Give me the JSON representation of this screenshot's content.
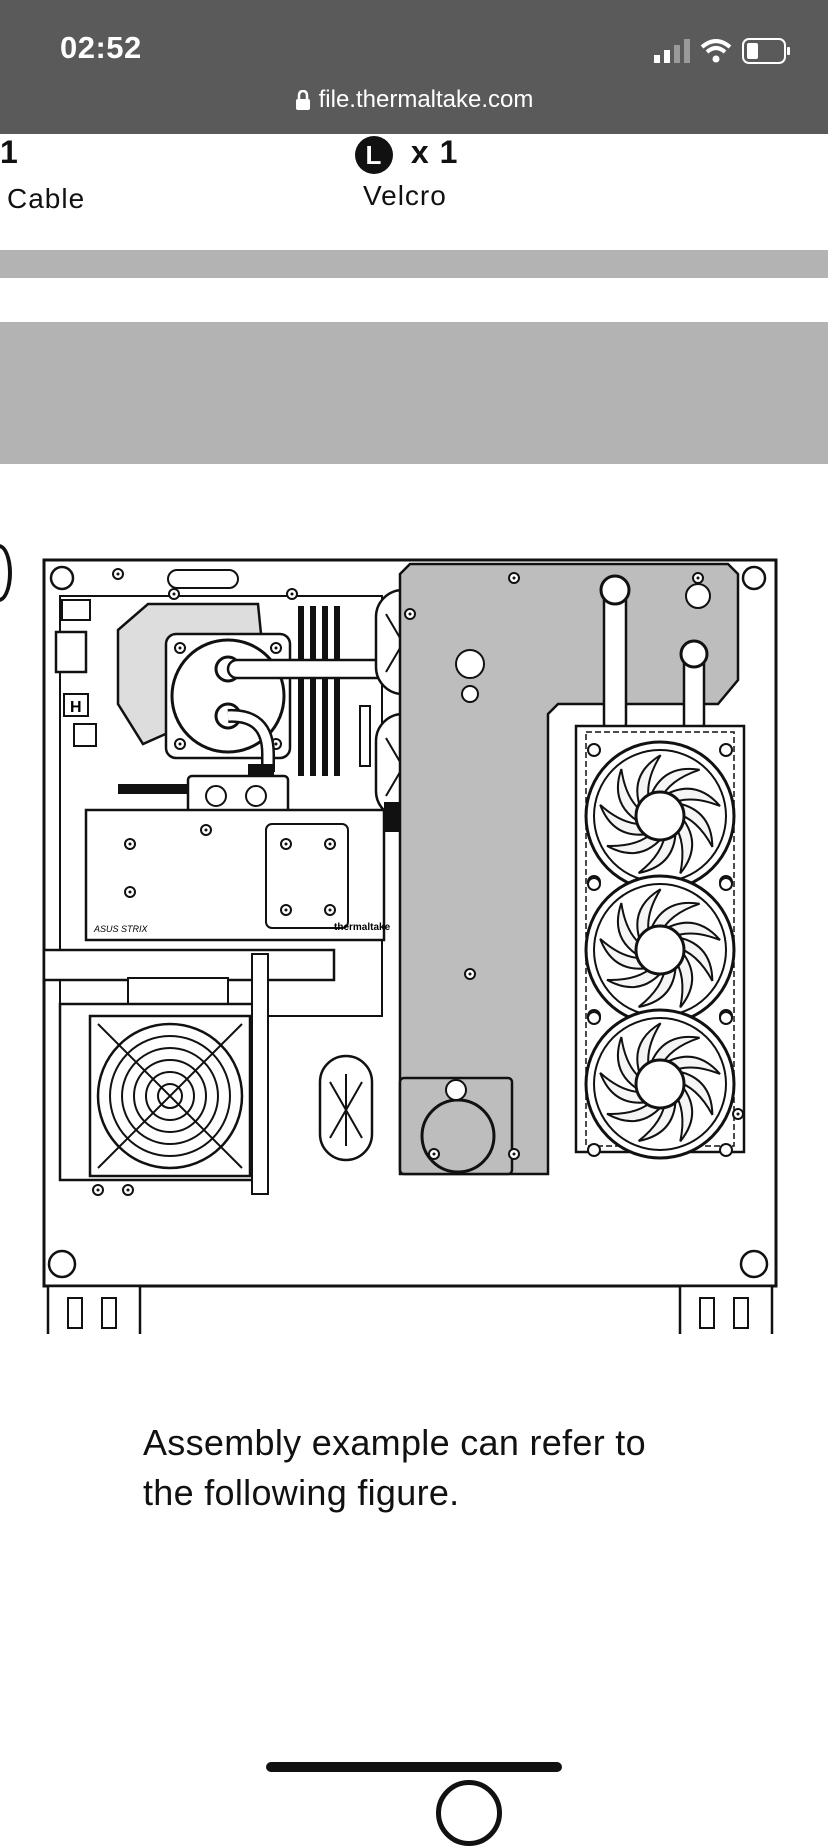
{
  "status_bar": {
    "time": "02:52",
    "url": "file.thermaltake.com",
    "icons": [
      "signal-icon",
      "wifi-icon",
      "battery-icon"
    ]
  },
  "accessories": [
    {
      "qty": "1",
      "label": "Cable"
    },
    {
      "badge": "L",
      "qty": "x 1",
      "label": "Velcro"
    }
  ],
  "figure": {
    "brand_text": "thermaltake",
    "mb_text": "ASUS STRIX"
  },
  "caption": "Assembly example can refer to the following figure.",
  "colors": {
    "status_bg": "#5a5a5a",
    "band_gray": "#b3b3b3",
    "plate_gray": "#bdbdbd"
  }
}
